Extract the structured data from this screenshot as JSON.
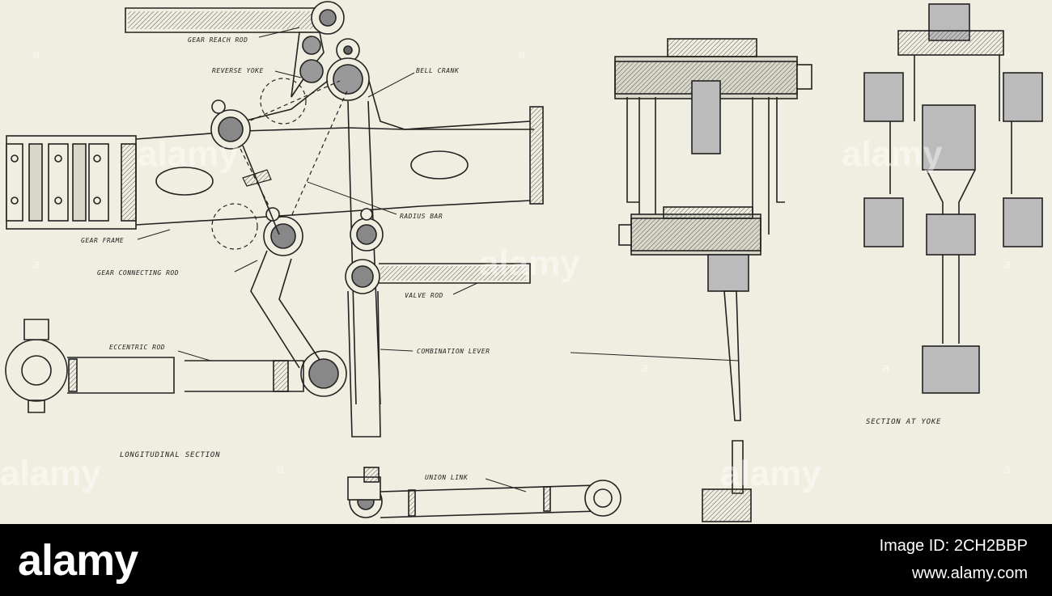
{
  "labels": {
    "gear_reach_rod": "GEAR REACH ROD",
    "reverse_yoke": "REVERSE YOKE",
    "bell_crank": "BELL CRANK",
    "radius_bar": "RADIUS BAR",
    "gear_frame": "GEAR FRAME",
    "gear_connecting_rod": "GEAR CONNECTING ROD",
    "valve_rod": "VALVE ROD",
    "eccentric_rod": "ECCENTRIC ROD",
    "combination_lever": "COMBINATION LEVER",
    "longitudinal_section": "LONGITUDINAL SECTION",
    "union_link": "UNION LINK",
    "section_at_yoke": "SECTION AT YOKE"
  },
  "watermark": {
    "text": "alamy",
    "letter": "a"
  },
  "footer": {
    "logo": "alamy",
    "image_id": "Image ID: 2CH2BBP",
    "site": "www.alamy.com"
  }
}
